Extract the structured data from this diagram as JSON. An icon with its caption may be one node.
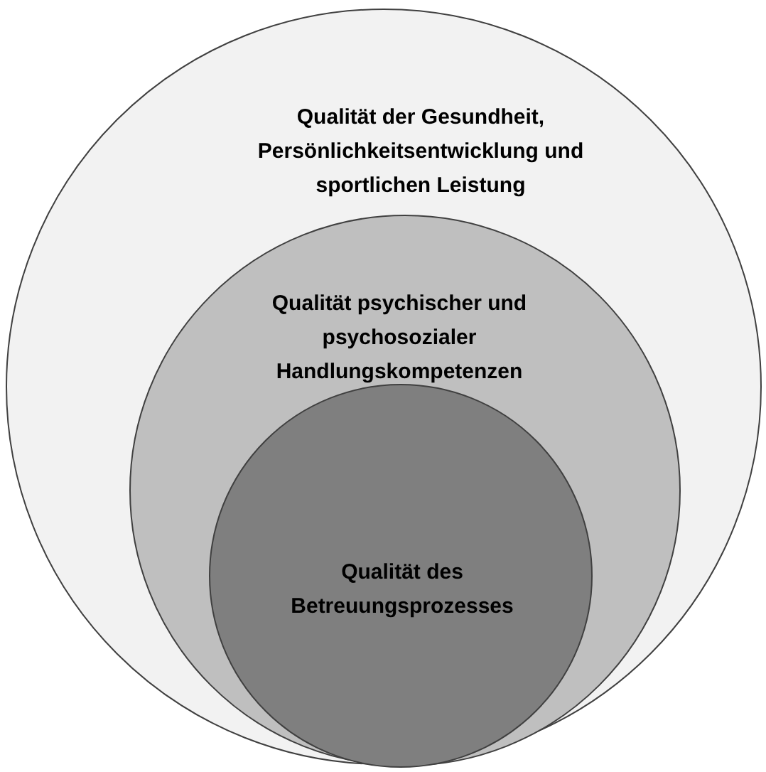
{
  "diagram": {
    "nodes": [
      {
        "text": [
          "Qualität der Gesundheit, Persönlichkeitsentwicklung und sportlichen Leistung"
        ]
      },
      {
        "text": [
          "Qualität psychischer und psychosozialer Handlungskompetenzen"
        ],
        "in": 0
      },
      {
        "text": [
          "Qualität des Betreuungsprozesses"
        ],
        "in": 1
      }
    ]
  }
}
